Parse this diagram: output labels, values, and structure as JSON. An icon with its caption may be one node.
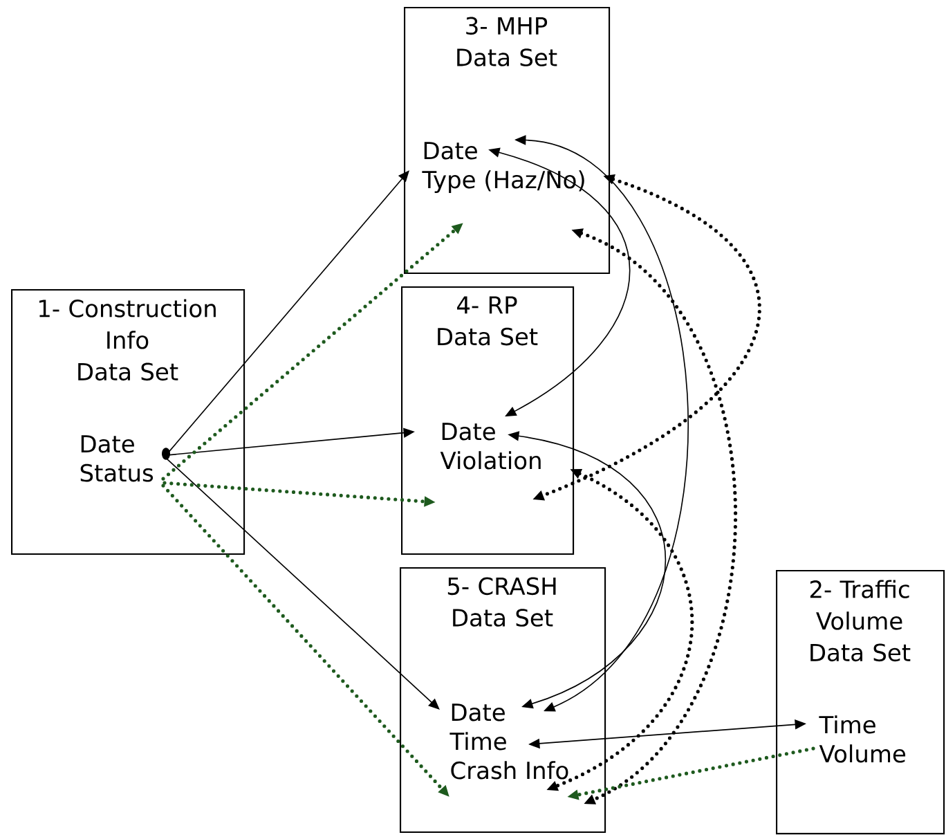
{
  "diagram": {
    "nodes": [
      {
        "text": [
          "1- Construction Info Data Set",
          "Date",
          "Status"
        ]
      },
      {
        "text": [
          "3- MHP Data Set",
          "Date",
          "Type (Haz/No)"
        ]
      },
      {
        "text": [
          "4- RP Data Set",
          "Date",
          "Violation"
        ]
      },
      {
        "text": [
          "5- CRASH Data Set",
          "Date",
          "Time",
          "Crash Info"
        ]
      },
      {
        "text": [
          "2- Traffic Volume Data Set",
          "Time",
          "Volume"
        ]
      }
    ],
    "edges": [
      {
        "from": 0,
        "to": 1,
        "arrow": "to"
      },
      {
        "from": 0,
        "to": 2,
        "arrow": "to"
      },
      {
        "from": 0,
        "to": 3,
        "arrow": "to"
      },
      {
        "from": 0,
        "to": 1,
        "arrow": "to",
        "style": "dashed",
        "color": "#1e5a1e"
      },
      {
        "from": 0,
        "to": 2,
        "arrow": "to",
        "style": "dashed",
        "color": "#1e5a1e"
      },
      {
        "from": 0,
        "to": 3,
        "arrow": "to",
        "style": "dashed",
        "color": "#1e5a1e"
      },
      {
        "from": 1,
        "to": 3,
        "arrow": "both"
      },
      {
        "from": 1,
        "to": 2,
        "arrow": "both"
      },
      {
        "from": 2,
        "to": 3,
        "arrow": "both"
      },
      {
        "from": 1,
        "to": 2,
        "arrow": "both",
        "style": "dashed"
      },
      {
        "from": 1,
        "to": 3,
        "arrow": "both",
        "style": "dashed"
      },
      {
        "from": 2,
        "to": 3,
        "arrow": "both",
        "style": "dashed"
      },
      {
        "from": 3,
        "to": 4,
        "arrow": "both"
      },
      {
        "from": 4,
        "to": 3,
        "arrow": "to",
        "style": "dashed",
        "color": "#1e5a1e"
      }
    ]
  }
}
